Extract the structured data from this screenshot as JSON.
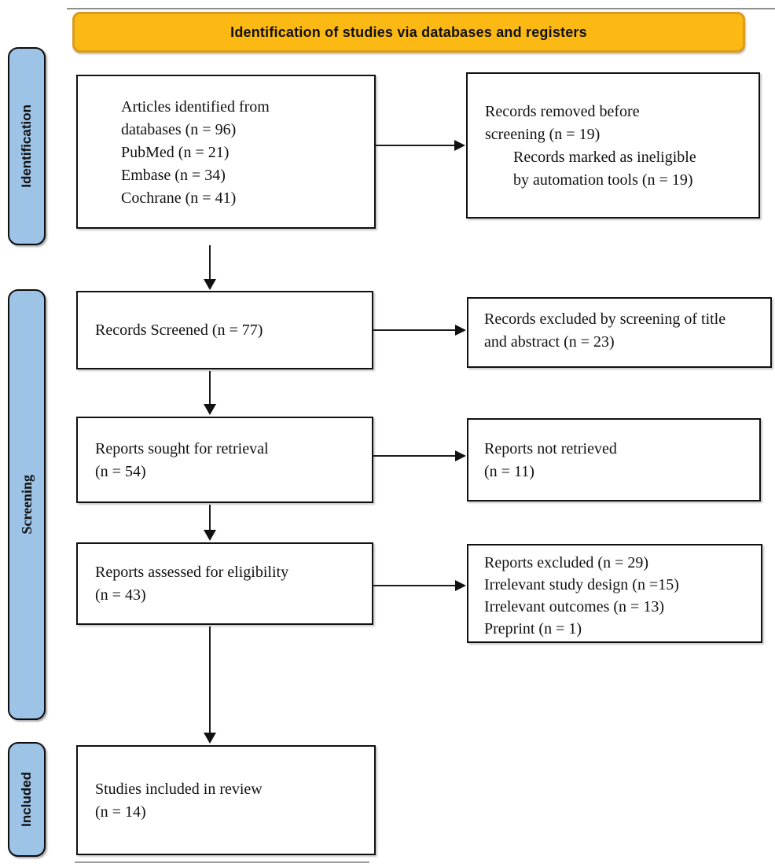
{
  "banner": {
    "label": "Identification of studies via databases and registers"
  },
  "stages": {
    "identification": "Identification",
    "screening": "Screening",
    "included": "Included"
  },
  "boxes": {
    "identified": {
      "lines": [
        "Articles identified from",
        "databases (n = 96)",
        "PubMed (n = 21)",
        "Embase (n = 34)",
        "Cochrane (n = 41)"
      ]
    },
    "removed_before_screening": {
      "lines": [
        "Records removed before",
        "screening (n = 19)",
        "Records marked as ineligible",
        "by automation tools (n = 19)"
      ]
    },
    "records_screened": {
      "lines": [
        "Records Screened (n = 77)"
      ]
    },
    "records_excluded": {
      "lines": [
        "Records excluded by screening of title",
        "and abstract (n = 23)"
      ]
    },
    "reports_sought": {
      "lines": [
        "Reports sought for retrieval",
        "(n = 54)"
      ]
    },
    "reports_not_retrieved": {
      "lines": [
        "Reports not retrieved",
        "(n = 11)"
      ]
    },
    "reports_assessed": {
      "lines": [
        "Reports assessed for eligibility",
        "(n = 43)"
      ]
    },
    "reports_excluded": {
      "lines": [
        "Reports excluded (n = 29)",
        "Irrelevant study design (n =15)",
        "Irrelevant outcomes (n = 13)",
        "Preprint (n = 1)"
      ]
    },
    "studies_included": {
      "lines": [
        "Studies included in review",
        "(n = 14)"
      ]
    }
  },
  "colors": {
    "banner_fill": "#FDB913",
    "banner_border": "#D99C1E",
    "stage_fill": "#9DC3E6",
    "box_border": "#111111",
    "text": "#111111"
  }
}
